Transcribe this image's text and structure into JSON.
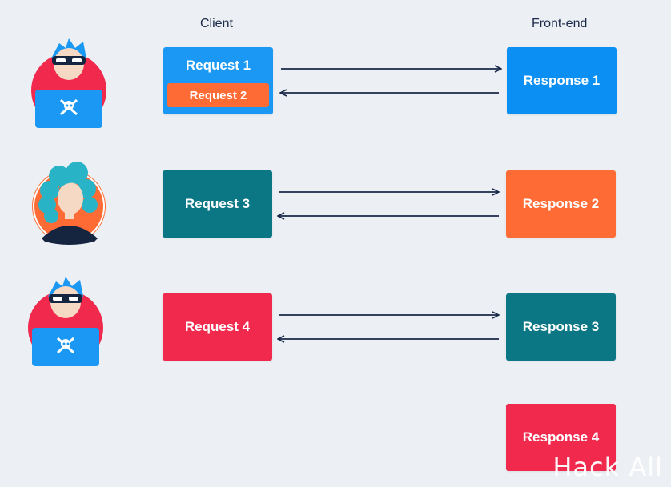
{
  "headers": {
    "client": "Client",
    "frontend": "Front-end"
  },
  "requests": [
    {
      "label": "Request 1",
      "color": "#1a98f3"
    },
    {
      "label": "Request 2",
      "color": "#ff6b35"
    },
    {
      "label": "Request 3",
      "color": "#0b7785"
    },
    {
      "label": "Request 4",
      "color": "#f0294d"
    }
  ],
  "responses": [
    {
      "label": "Response 1",
      "color": "#0b8ff2"
    },
    {
      "label": "Response 2",
      "color": "#ff6b35"
    },
    {
      "label": "Response 3",
      "color": "#0b7785"
    },
    {
      "label": "Response 4",
      "color": "#f0294d"
    }
  ],
  "avatars": [
    {
      "kind": "hacker-avatar",
      "bg": "#f0294d"
    },
    {
      "kind": "woman-avatar",
      "bg": "#ff6b35"
    },
    {
      "kind": "hacker-avatar",
      "bg": "#f0294d"
    }
  ],
  "arrow_color": "#1b2a4a",
  "watermark": "Hack All"
}
